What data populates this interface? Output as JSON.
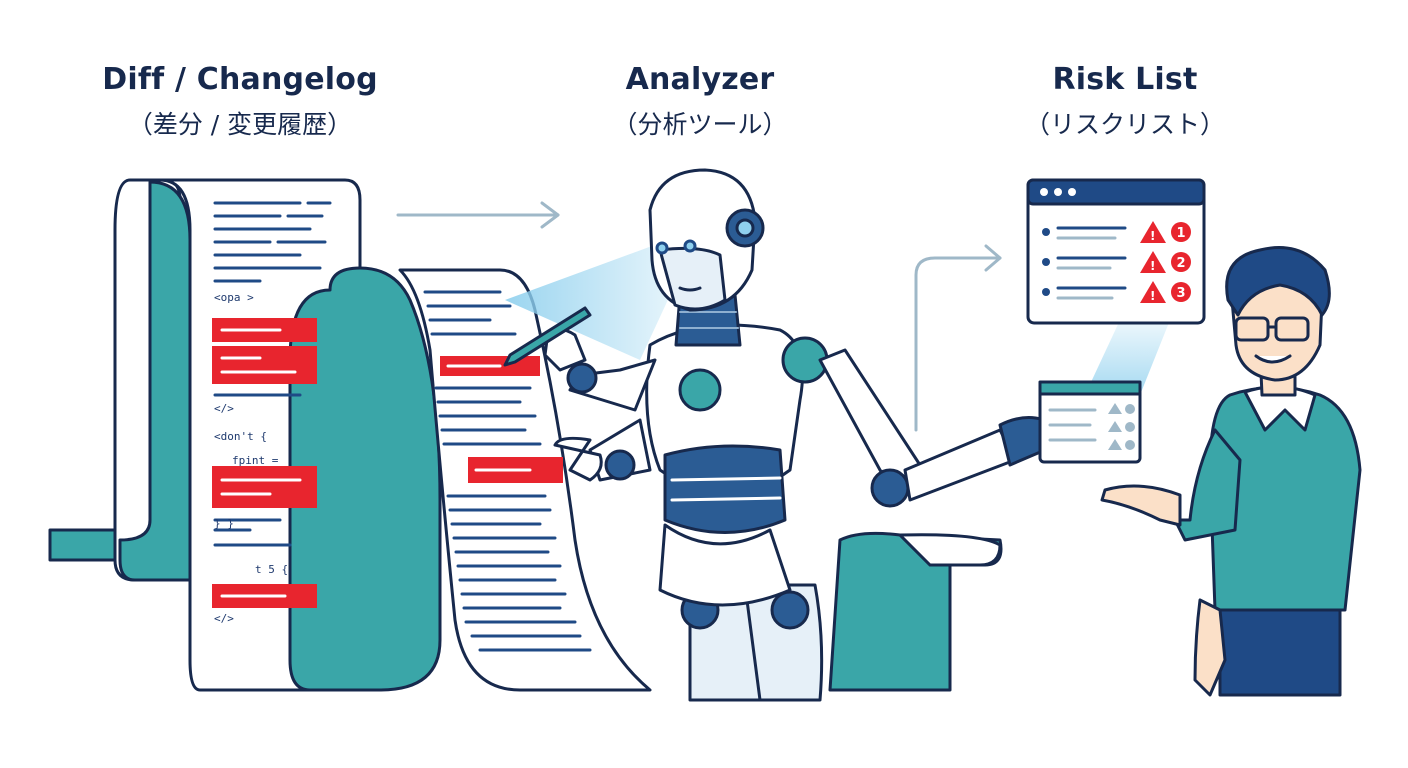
{
  "stages": [
    {
      "id": "diff",
      "title": "Diff / Changelog",
      "subtitle": "（差分 / 変更履歴）"
    },
    {
      "id": "analyzer",
      "title": "Analyzer",
      "subtitle": "（分析ツール）"
    },
    {
      "id": "risk",
      "title": "Risk List",
      "subtitle": "（リスクリスト）"
    }
  ],
  "code_snippets": [
    "<opa >",
    "</>",
    "<don't {",
    "fpint =",
    "} }",
    "t 5 {",
    "</>"
  ],
  "risk_list": {
    "items": [
      "1",
      "2",
      "3"
    ]
  },
  "colors": {
    "navy": "#1f4a86",
    "teal": "#3aa6a8",
    "red": "#e8252e",
    "outline": "#17294d",
    "skyblue": "#8fd0ee"
  }
}
